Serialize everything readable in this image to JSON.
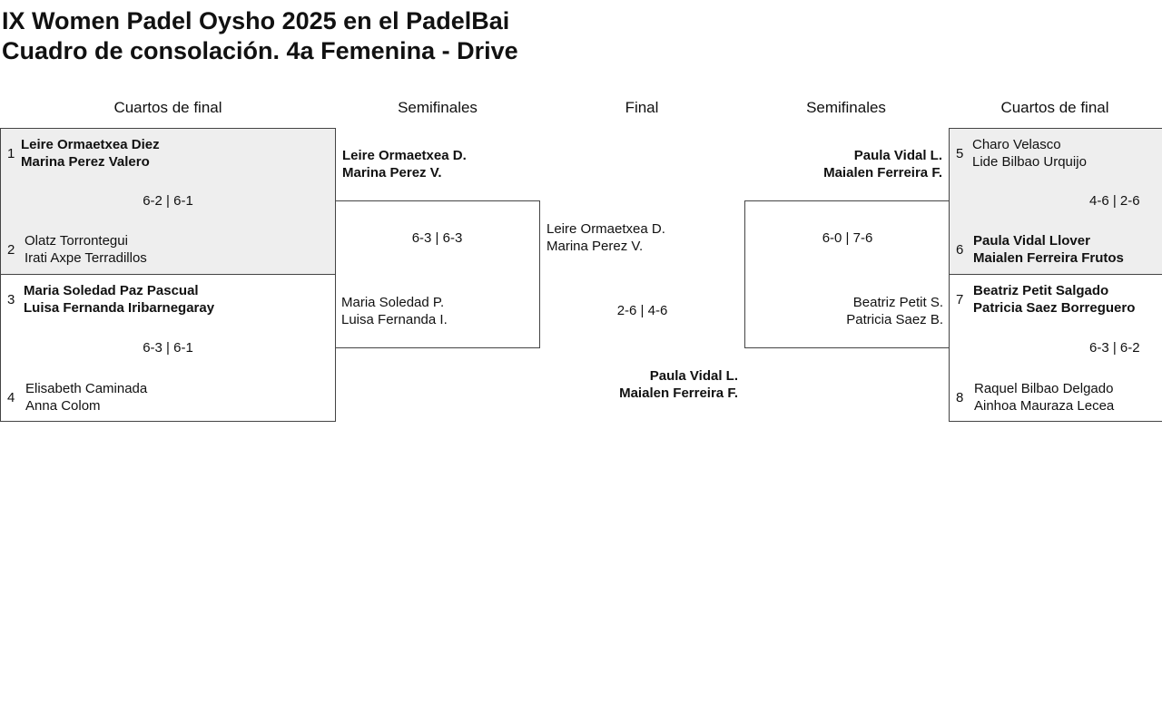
{
  "title": {
    "line1": "IX Women Padel Oysho 2025 en el PadelBai",
    "line2": "Cuadro de consolación. 4a Femenina - Drive"
  },
  "headers": [
    "Cuartos de final",
    "Semifinales",
    "Final",
    "Semifinales",
    "Cuartos de final"
  ],
  "left_qf": [
    {
      "score": "6-2 | 6-1",
      "a": {
        "seed": "1",
        "p1": "Leire Ormaetxea Diez",
        "p2": "Marina Perez Valero"
      },
      "b": {
        "seed": "2",
        "p1": "Olatz Torrontegui",
        "p2": "Irati Axpe Terradillos"
      }
    },
    {
      "score": "6-3 | 6-1",
      "a": {
        "seed": "3",
        "p1": "Maria Soledad Paz Pascual",
        "p2": "Luisa Fernanda Iribarnegaray"
      },
      "b": {
        "seed": "4",
        "p1": "Elisabeth Caminada",
        "p2": "Anna Colom"
      }
    }
  ],
  "left_sf": {
    "score": "6-3 | 6-3",
    "a": {
      "p1": "Leire Ormaetxea D.",
      "p2": "Marina Perez V."
    },
    "b": {
      "p1": "Maria Soledad P.",
      "p2": "Luisa Fernanda I."
    }
  },
  "final": {
    "score": "2-6 | 4-6",
    "a": {
      "p1": "Leire Ormaetxea D.",
      "p2": "Marina Perez V."
    },
    "b": {
      "p1": "Paula Vidal L.",
      "p2": "Maialen Ferreira F."
    }
  },
  "right_sf": {
    "score": "6-0 | 7-6",
    "a": {
      "p1": "Paula Vidal L.",
      "p2": "Maialen Ferreira F."
    },
    "b": {
      "p1": "Beatriz Petit S.",
      "p2": "Patricia Saez B."
    }
  },
  "right_qf": [
    {
      "score": "4-6 | 2-6",
      "a": {
        "seed": "5",
        "p1": "Charo Velasco",
        "p2": "Lide Bilbao Urquijo"
      },
      "b": {
        "seed": "6",
        "p1": "Paula Vidal Llover",
        "p2": "Maialen Ferreira Frutos"
      }
    },
    {
      "score": "6-3 | 6-2",
      "a": {
        "seed": "7",
        "p1": "Beatriz Petit Salgado",
        "p2": "Patricia Saez Borreguero"
      },
      "b": {
        "seed": "8",
        "p1": "Raquel Bilbao Delgado",
        "p2": "Ainhoa Mauraza Lecea"
      }
    }
  ]
}
